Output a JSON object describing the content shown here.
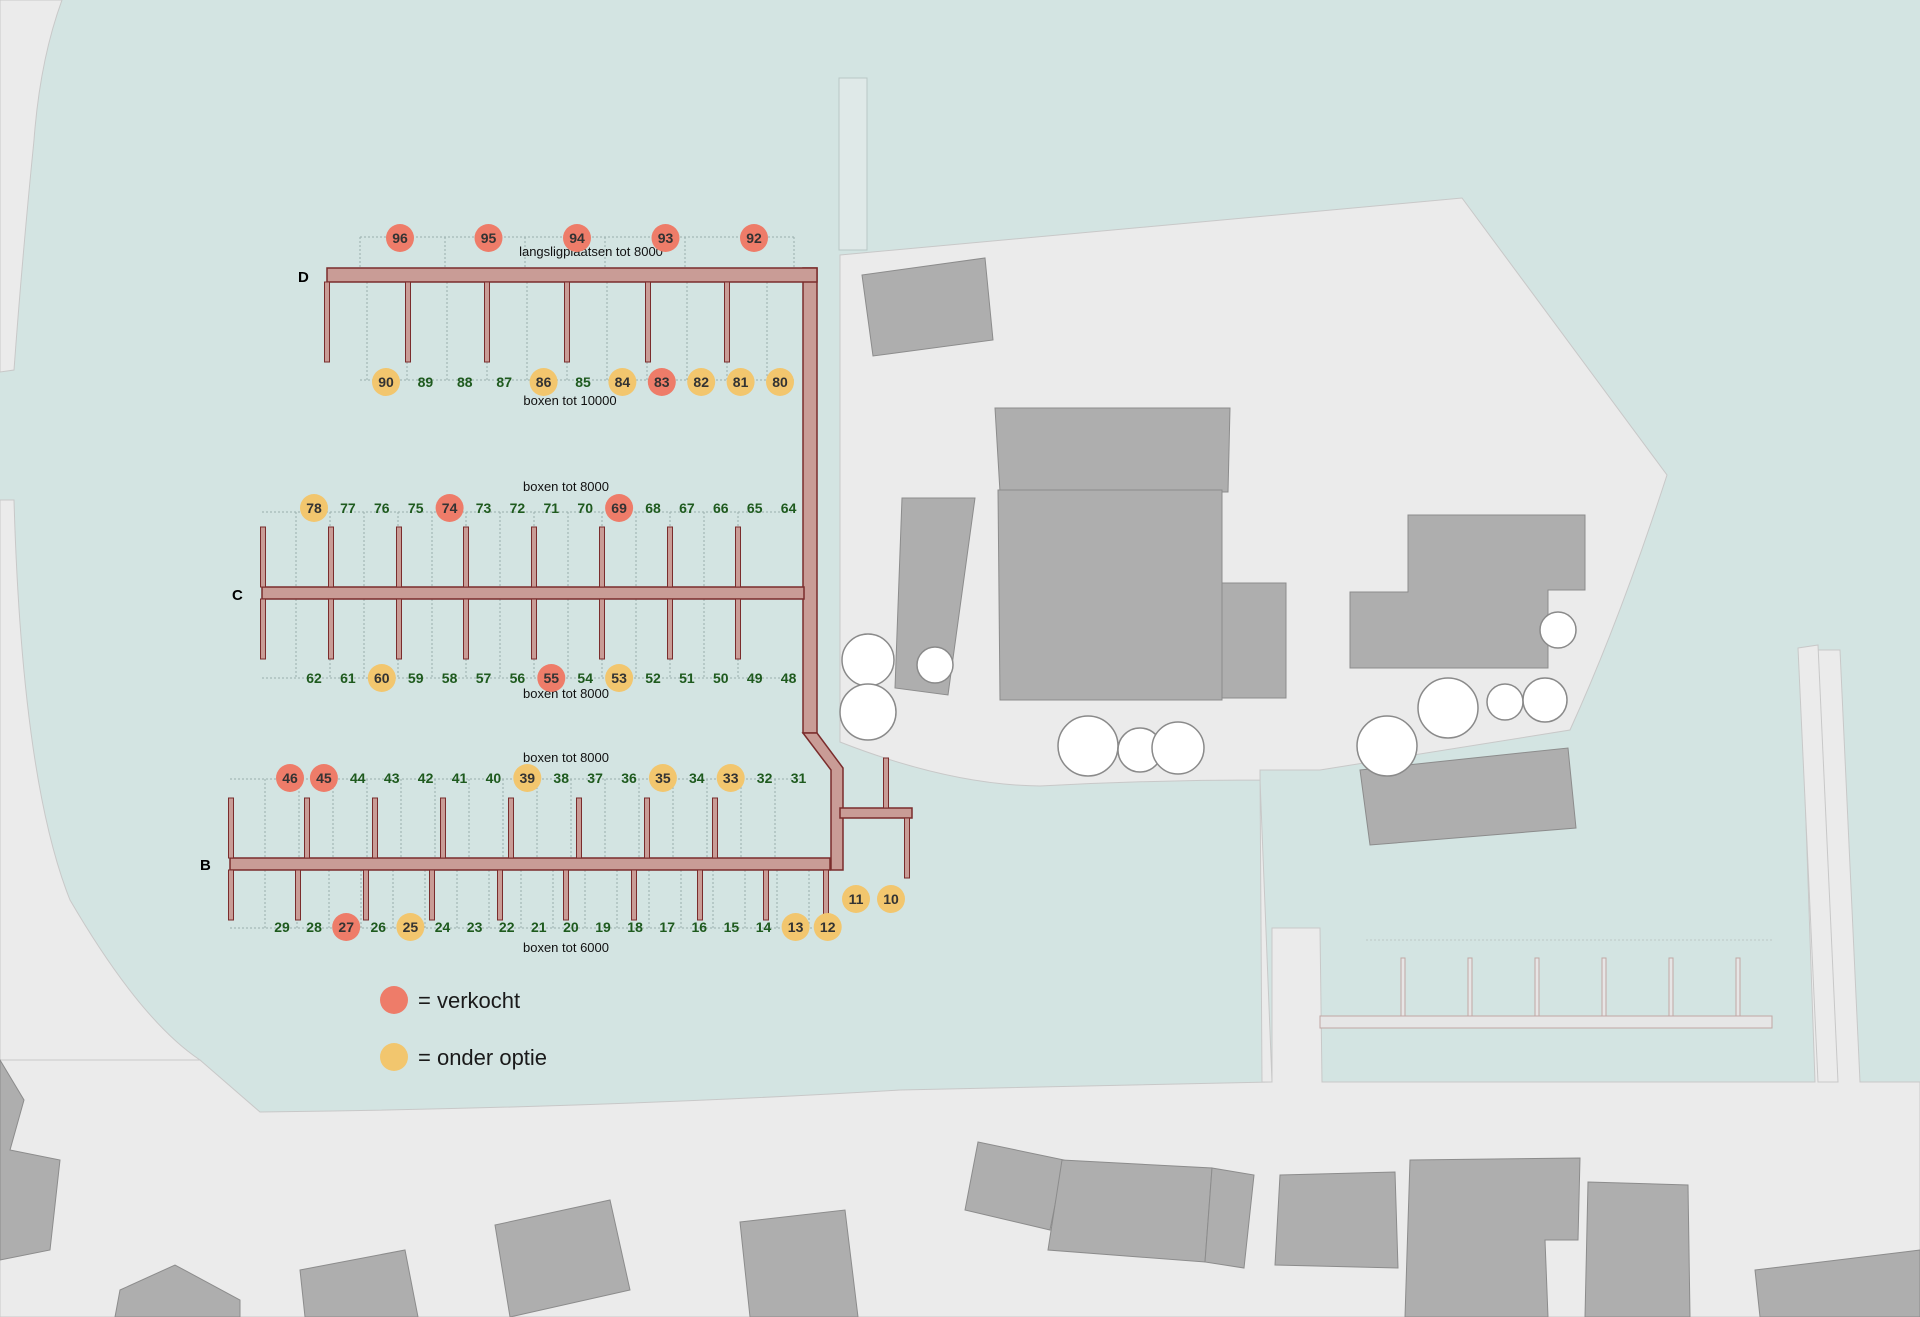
{
  "colors": {
    "water": "#d3e4e2",
    "land": "#ebebeb",
    "building": "#aeaeae",
    "pier": "#c99c96",
    "pier_edge": "#7a2c2c",
    "sold": "#ee7c69",
    "option": "#f2c66e",
    "free_text": "#1e5a1e"
  },
  "piers": [
    {
      "letter": "D"
    },
    {
      "letter": "C"
    },
    {
      "letter": "B"
    }
  ],
  "labels": [
    {
      "text": "langsligplaatsen tot 8000"
    },
    {
      "text": "boxen tot 10000"
    },
    {
      "text": "boxen tot 8000"
    },
    {
      "text": "boxen tot 8000"
    },
    {
      "text": "boxen tot 8000"
    },
    {
      "text": "boxen tot 6000"
    }
  ],
  "rows": [
    {
      "berths": [
        {
          "n": "96",
          "s": "sold"
        },
        {
          "n": "95",
          "s": "sold"
        },
        {
          "n": "94",
          "s": "sold"
        },
        {
          "n": "93",
          "s": "sold"
        },
        {
          "n": "92",
          "s": "sold"
        }
      ]
    },
    {
      "berths": [
        {
          "n": "90",
          "s": "option"
        },
        {
          "n": "89",
          "s": "free"
        },
        {
          "n": "88",
          "s": "free"
        },
        {
          "n": "87",
          "s": "free"
        },
        {
          "n": "86",
          "s": "option"
        },
        {
          "n": "85",
          "s": "free"
        },
        {
          "n": "84",
          "s": "option"
        },
        {
          "n": "83",
          "s": "sold"
        },
        {
          "n": "82",
          "s": "option"
        },
        {
          "n": "81",
          "s": "option"
        },
        {
          "n": "80",
          "s": "option"
        }
      ]
    },
    {
      "berths": [
        {
          "n": "78",
          "s": "option"
        },
        {
          "n": "77",
          "s": "free"
        },
        {
          "n": "76",
          "s": "free"
        },
        {
          "n": "75",
          "s": "free"
        },
        {
          "n": "74",
          "s": "sold"
        },
        {
          "n": "73",
          "s": "free"
        },
        {
          "n": "72",
          "s": "free"
        },
        {
          "n": "71",
          "s": "free"
        },
        {
          "n": "70",
          "s": "free"
        },
        {
          "n": "69",
          "s": "sold"
        },
        {
          "n": "68",
          "s": "free"
        },
        {
          "n": "67",
          "s": "free"
        },
        {
          "n": "66",
          "s": "free"
        },
        {
          "n": "65",
          "s": "free"
        },
        {
          "n": "64",
          "s": "free"
        }
      ]
    },
    {
      "berths": [
        {
          "n": "62",
          "s": "free"
        },
        {
          "n": "61",
          "s": "free"
        },
        {
          "n": "60",
          "s": "option"
        },
        {
          "n": "59",
          "s": "free"
        },
        {
          "n": "58",
          "s": "free"
        },
        {
          "n": "57",
          "s": "free"
        },
        {
          "n": "56",
          "s": "free"
        },
        {
          "n": "55",
          "s": "sold"
        },
        {
          "n": "54",
          "s": "free"
        },
        {
          "n": "53",
          "s": "option"
        },
        {
          "n": "52",
          "s": "free"
        },
        {
          "n": "51",
          "s": "free"
        },
        {
          "n": "50",
          "s": "free"
        },
        {
          "n": "49",
          "s": "free"
        },
        {
          "n": "48",
          "s": "free"
        }
      ]
    },
    {
      "berths": [
        {
          "n": "46",
          "s": "sold"
        },
        {
          "n": "45",
          "s": "sold"
        },
        {
          "n": "44",
          "s": "free"
        },
        {
          "n": "43",
          "s": "free"
        },
        {
          "n": "42",
          "s": "free"
        },
        {
          "n": "41",
          "s": "free"
        },
        {
          "n": "40",
          "s": "free"
        },
        {
          "n": "39",
          "s": "option"
        },
        {
          "n": "38",
          "s": "free"
        },
        {
          "n": "37",
          "s": "free"
        },
        {
          "n": "36",
          "s": "free"
        },
        {
          "n": "35",
          "s": "option"
        },
        {
          "n": "34",
          "s": "free"
        },
        {
          "n": "33",
          "s": "option"
        },
        {
          "n": "32",
          "s": "free"
        },
        {
          "n": "31",
          "s": "free"
        }
      ]
    },
    {
      "berths": [
        {
          "n": "29",
          "s": "free"
        },
        {
          "n": "28",
          "s": "free"
        },
        {
          "n": "27",
          "s": "sold"
        },
        {
          "n": "26",
          "s": "free"
        },
        {
          "n": "25",
          "s": "option"
        },
        {
          "n": "24",
          "s": "free"
        },
        {
          "n": "23",
          "s": "free"
        },
        {
          "n": "22",
          "s": "free"
        },
        {
          "n": "21",
          "s": "free"
        },
        {
          "n": "20",
          "s": "free"
        },
        {
          "n": "19",
          "s": "free"
        },
        {
          "n": "18",
          "s": "free"
        },
        {
          "n": "17",
          "s": "free"
        },
        {
          "n": "16",
          "s": "free"
        },
        {
          "n": "15",
          "s": "free"
        },
        {
          "n": "14",
          "s": "free"
        },
        {
          "n": "13",
          "s": "option"
        },
        {
          "n": "12",
          "s": "option"
        }
      ]
    },
    {
      "berths": [
        {
          "n": "11",
          "s": "option"
        },
        {
          "n": "10",
          "s": "option"
        }
      ]
    }
  ],
  "legend": {
    "sold_label": "= verkocht",
    "option_label": "= onder optie"
  }
}
